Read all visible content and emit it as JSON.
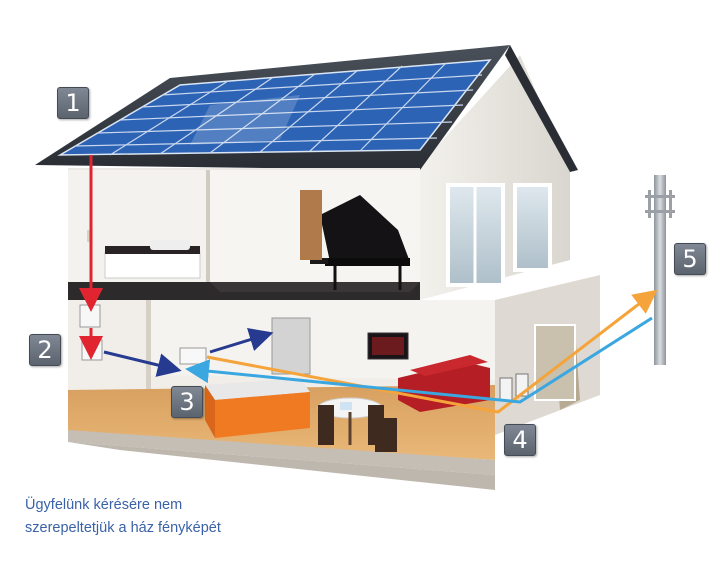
{
  "diagram": {
    "badges": [
      {
        "label": "1",
        "meaning": "solar panels"
      },
      {
        "label": "2",
        "meaning": "solar inverter"
      },
      {
        "label": "3",
        "meaning": "distribution board"
      },
      {
        "label": "4",
        "meaning": "bidirectional meters"
      },
      {
        "label": "5",
        "meaning": "utility grid pole"
      }
    ],
    "caption": {
      "line1": "Ügyfelünk kérésére nem",
      "line2": "szerepeltetjük a ház fényképét"
    }
  },
  "colors": {
    "dc_flow": "#e02430",
    "ac_flow": "#263b8f",
    "export_flow": "#f4a43a",
    "import_flow": "#3aa7e0",
    "roof": "#33383f",
    "panel": "#2f63b3",
    "badge": "#6b737e",
    "caption": "#3a62a8"
  }
}
